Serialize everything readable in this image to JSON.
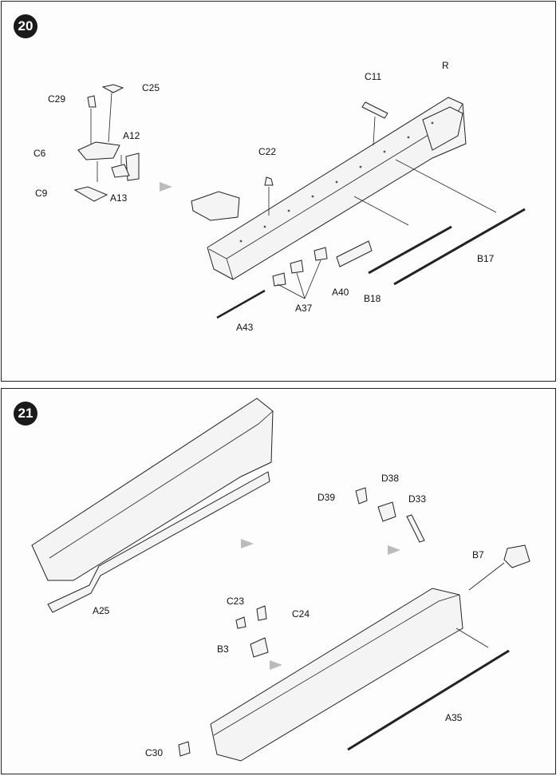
{
  "steps": {
    "s20": {
      "number": "20",
      "labels": {
        "C29": "C29",
        "C25": "C25",
        "A12": "A12",
        "C6": "C6",
        "C9": "C9",
        "A13": "A13",
        "C22": "C22",
        "C11": "C11",
        "R": "R",
        "B17": "B17",
        "A40": "A40",
        "B18": "B18",
        "A37": "A37",
        "A43": "A43"
      }
    },
    "s21": {
      "number": "21",
      "labels": {
        "D38": "D38",
        "D39": "D39",
        "D33": "D33",
        "B7": "B7",
        "A25": "A25",
        "C23": "C23",
        "C24": "C24",
        "B3": "B3",
        "A35": "A35",
        "C30": "C30"
      }
    }
  },
  "icons": [
    "step-badge",
    "frame-rail",
    "arrow"
  ]
}
